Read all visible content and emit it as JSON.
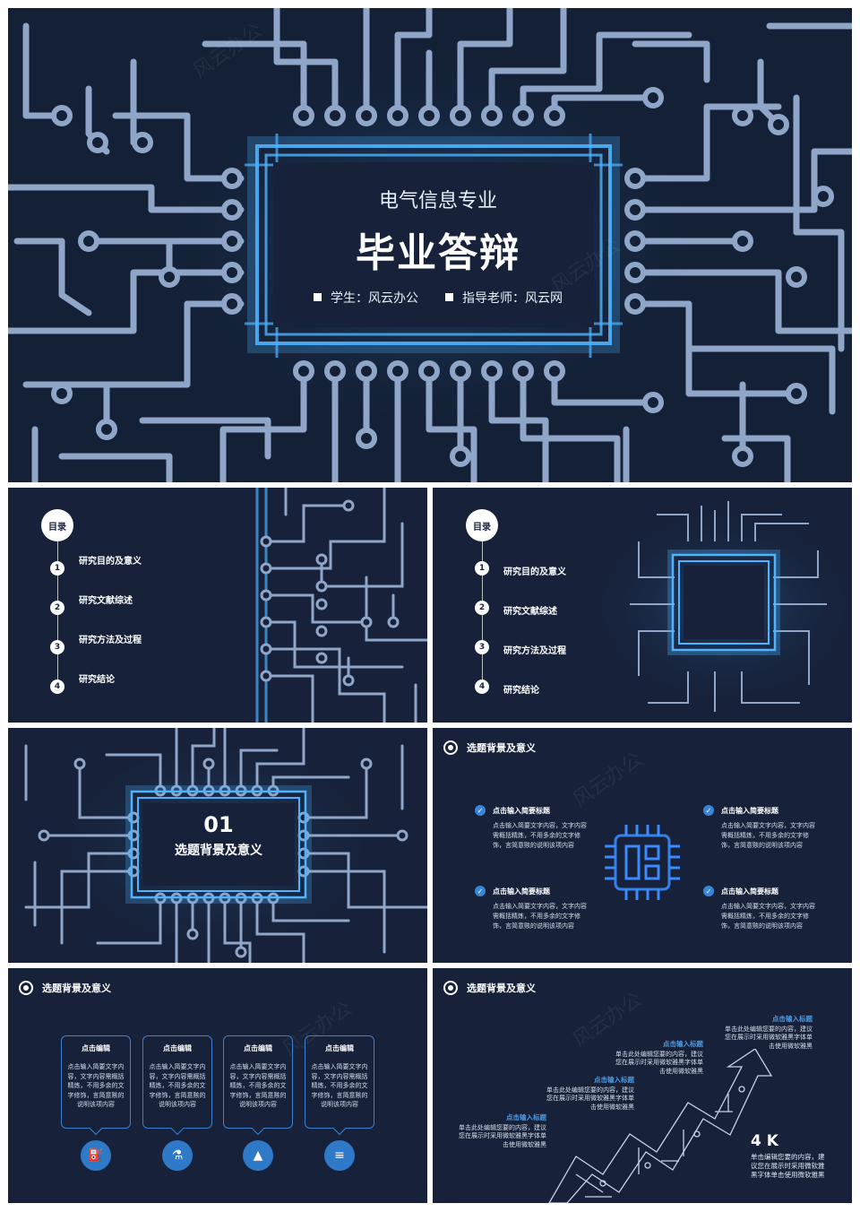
{
  "watermark": "风云办公",
  "cover": {
    "subtitle": "电气信息专业",
    "title": "毕业答辩",
    "student": "学生：风云办公",
    "advisor": "指导老师：风云网"
  },
  "toc": {
    "badge": "目录",
    "items": [
      {
        "num": "1",
        "label": "研究目的及意义"
      },
      {
        "num": "2",
        "label": "研究文献综述"
      },
      {
        "num": "3",
        "label": "研究方法及过程"
      },
      {
        "num": "4",
        "label": "研究结论"
      }
    ]
  },
  "section": {
    "num": "01",
    "title": "选题背景及意义"
  },
  "features": {
    "heading": "选题背景及意义",
    "items": [
      {
        "title": "点击输入简要标题",
        "body": "点击输入简要文字内容，文字内容需概括精炼，不用多余的文字修饰，言简意赅的说明该项内容"
      },
      {
        "title": "点击输入简要标题",
        "body": "点击输入简要文字内容，文字内容需概括精炼，不用多余的文字修饰，言简意赅的说明该项内容"
      },
      {
        "title": "点击输入简要标题",
        "body": "点击输入简要文字内容，文字内容需概括精炼，不用多余的文字修饰，言简意赅的说明该项内容"
      },
      {
        "title": "点击输入简要标题",
        "body": "点击输入简要文字内容，文字内容需概括精炼，不用多余的文字修饰，言简意赅的说明该项内容"
      }
    ]
  },
  "cards": {
    "heading": "选题背景及意义",
    "items": [
      {
        "title": "点击编辑",
        "body": "点击输入简要文字内容，文字内容需概括精炼，不用多余的文字修饰，言简意赅的说明该项内容",
        "icon": "oil-pump-icon"
      },
      {
        "title": "点击编辑",
        "body": "点击输入简要文字内容，文字内容需概括精炼，不用多余的文字修饰，言简意赅的说明该项内容",
        "icon": "flask-icon"
      },
      {
        "title": "点击编辑",
        "body": "点击输入简要文字内容，文字内容需概括精炼，不用多余的文字修饰，言简意赅的说明该项内容",
        "icon": "mountain-icon"
      },
      {
        "title": "点击编辑",
        "body": "点击输入简要文字内容，文字内容需概括精炼，不用多余的文字修饰，言简意赅的说明该项内容",
        "icon": "books-icon"
      }
    ]
  },
  "growth": {
    "heading": "选题背景及意义",
    "steps": [
      {
        "title": "点击输入标题",
        "body": "单击此处编辑您要的内容，建议您在展示时采用微软雅黑字体单击使用微软雅黑"
      },
      {
        "title": "点击输入标题",
        "body": "单击此处编辑您要的内容，建议您在展示时采用微软雅黑字体单击使用微软雅黑"
      },
      {
        "title": "点击输入标题",
        "body": "单击此处编辑您要的内容，建议您在展示时采用微软雅黑字体单击使用微软雅黑"
      },
      {
        "title": "点击输入标题",
        "body": "单击此处编辑您要的内容，建议您在展示时采用微软雅黑字体单击使用微软雅黑"
      }
    ],
    "big_label": "4 K",
    "big_desc": "单击编辑您要的内容，建议您在展示时采用微软雅黑字体单击使用微软雅黑"
  },
  "colors": {
    "bg": "#17223a",
    "trace": "#8fa6c8",
    "glow": "#4fb4ff",
    "accent": "#3a86d6"
  }
}
